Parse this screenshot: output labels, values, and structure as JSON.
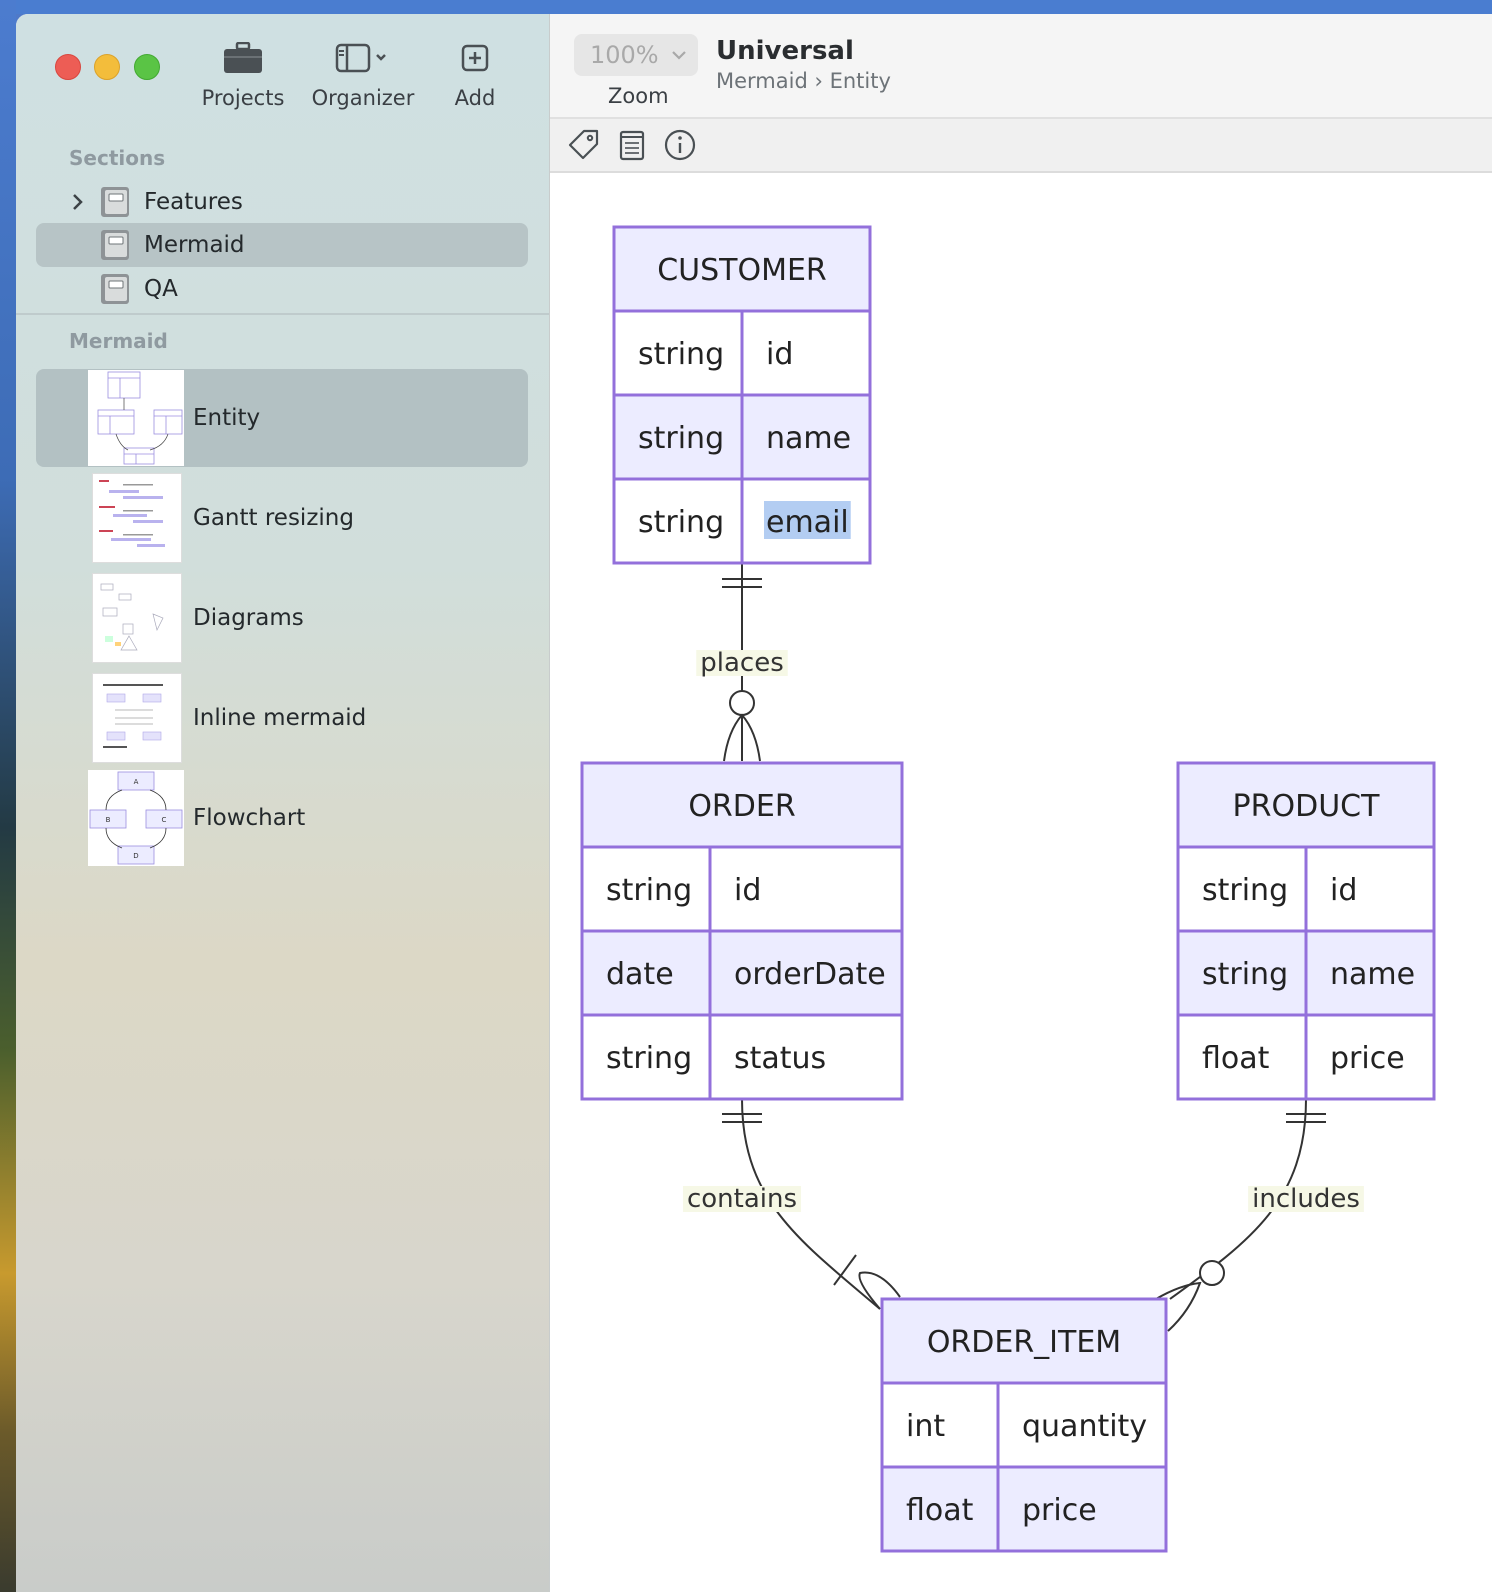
{
  "toolbar": {
    "projects_label": "Projects",
    "organizer_label": "Organizer",
    "add_label": "Add",
    "zoom_value": "100%",
    "zoom_label": "Zoom"
  },
  "document": {
    "title": "Universal",
    "breadcrumb": [
      "Mermaid",
      "Entity"
    ],
    "breadcrumb_sep": "›"
  },
  "sidebar": {
    "sections_header": "Sections",
    "sections": [
      {
        "label": "Features",
        "expandable": true,
        "selected": false
      },
      {
        "label": "Mermaid",
        "expandable": false,
        "selected": true
      },
      {
        "label": "QA",
        "expandable": false,
        "selected": false
      }
    ],
    "docs_header": "Mermaid",
    "docs": [
      {
        "label": "Entity",
        "selected": true
      },
      {
        "label": "Gantt resizing",
        "selected": false
      },
      {
        "label": "Diagrams",
        "selected": false
      },
      {
        "label": "Inline mermaid",
        "selected": false
      },
      {
        "label": "Flowchart",
        "selected": false
      }
    ]
  },
  "diagram": {
    "entities": [
      {
        "name": "CUSTOMER",
        "attrs": [
          [
            "string",
            "id"
          ],
          [
            "string",
            "name"
          ],
          [
            "string",
            "email"
          ]
        ]
      },
      {
        "name": "ORDER",
        "attrs": [
          [
            "string",
            "id"
          ],
          [
            "date",
            "orderDate"
          ],
          [
            "string",
            "status"
          ]
        ]
      },
      {
        "name": "PRODUCT",
        "attrs": [
          [
            "string",
            "id"
          ],
          [
            "string",
            "name"
          ],
          [
            "float",
            "price"
          ]
        ]
      },
      {
        "name": "ORDER_ITEM",
        "attrs": [
          [
            "int",
            "quantity"
          ],
          [
            "float",
            "price"
          ]
        ]
      }
    ],
    "relationships": [
      {
        "from": "CUSTOMER",
        "to": "ORDER",
        "label": "places"
      },
      {
        "from": "ORDER",
        "to": "ORDER_ITEM",
        "label": "contains"
      },
      {
        "from": "PRODUCT",
        "to": "ORDER_ITEM",
        "label": "includes"
      }
    ],
    "selected_text": "email",
    "colors": {
      "border": "#9370db",
      "header_fill": "#ececff",
      "row_odd": "#ffffff",
      "row_even": "#ececff",
      "label_bg": "#f6f8e6",
      "selection": "#b3cdf2"
    }
  },
  "icons": {
    "tag": "tag-icon",
    "notes": "notes-icon",
    "info": "info-icon"
  }
}
